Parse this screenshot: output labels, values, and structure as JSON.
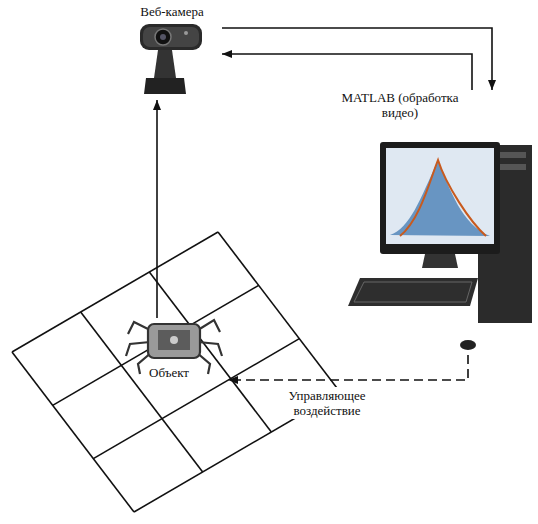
{
  "diagram": {
    "nodes": [
      {
        "text": [
          "Веб-камера"
        ]
      },
      {
        "text": [
          "MATLAB (обработка видео)"
        ]
      },
      {
        "text": [
          "Объект"
        ]
      }
    ],
    "edges": [
      {
        "from": 2,
        "to": 0,
        "arrow": "to"
      },
      {
        "from": 0,
        "to": 1,
        "arrow": "to"
      },
      {
        "from": 1,
        "to": 0,
        "arrow": "to"
      },
      {
        "from": 1,
        "to": 2,
        "arrow": "to",
        "label": "Управляющее воздействие"
      }
    ]
  }
}
